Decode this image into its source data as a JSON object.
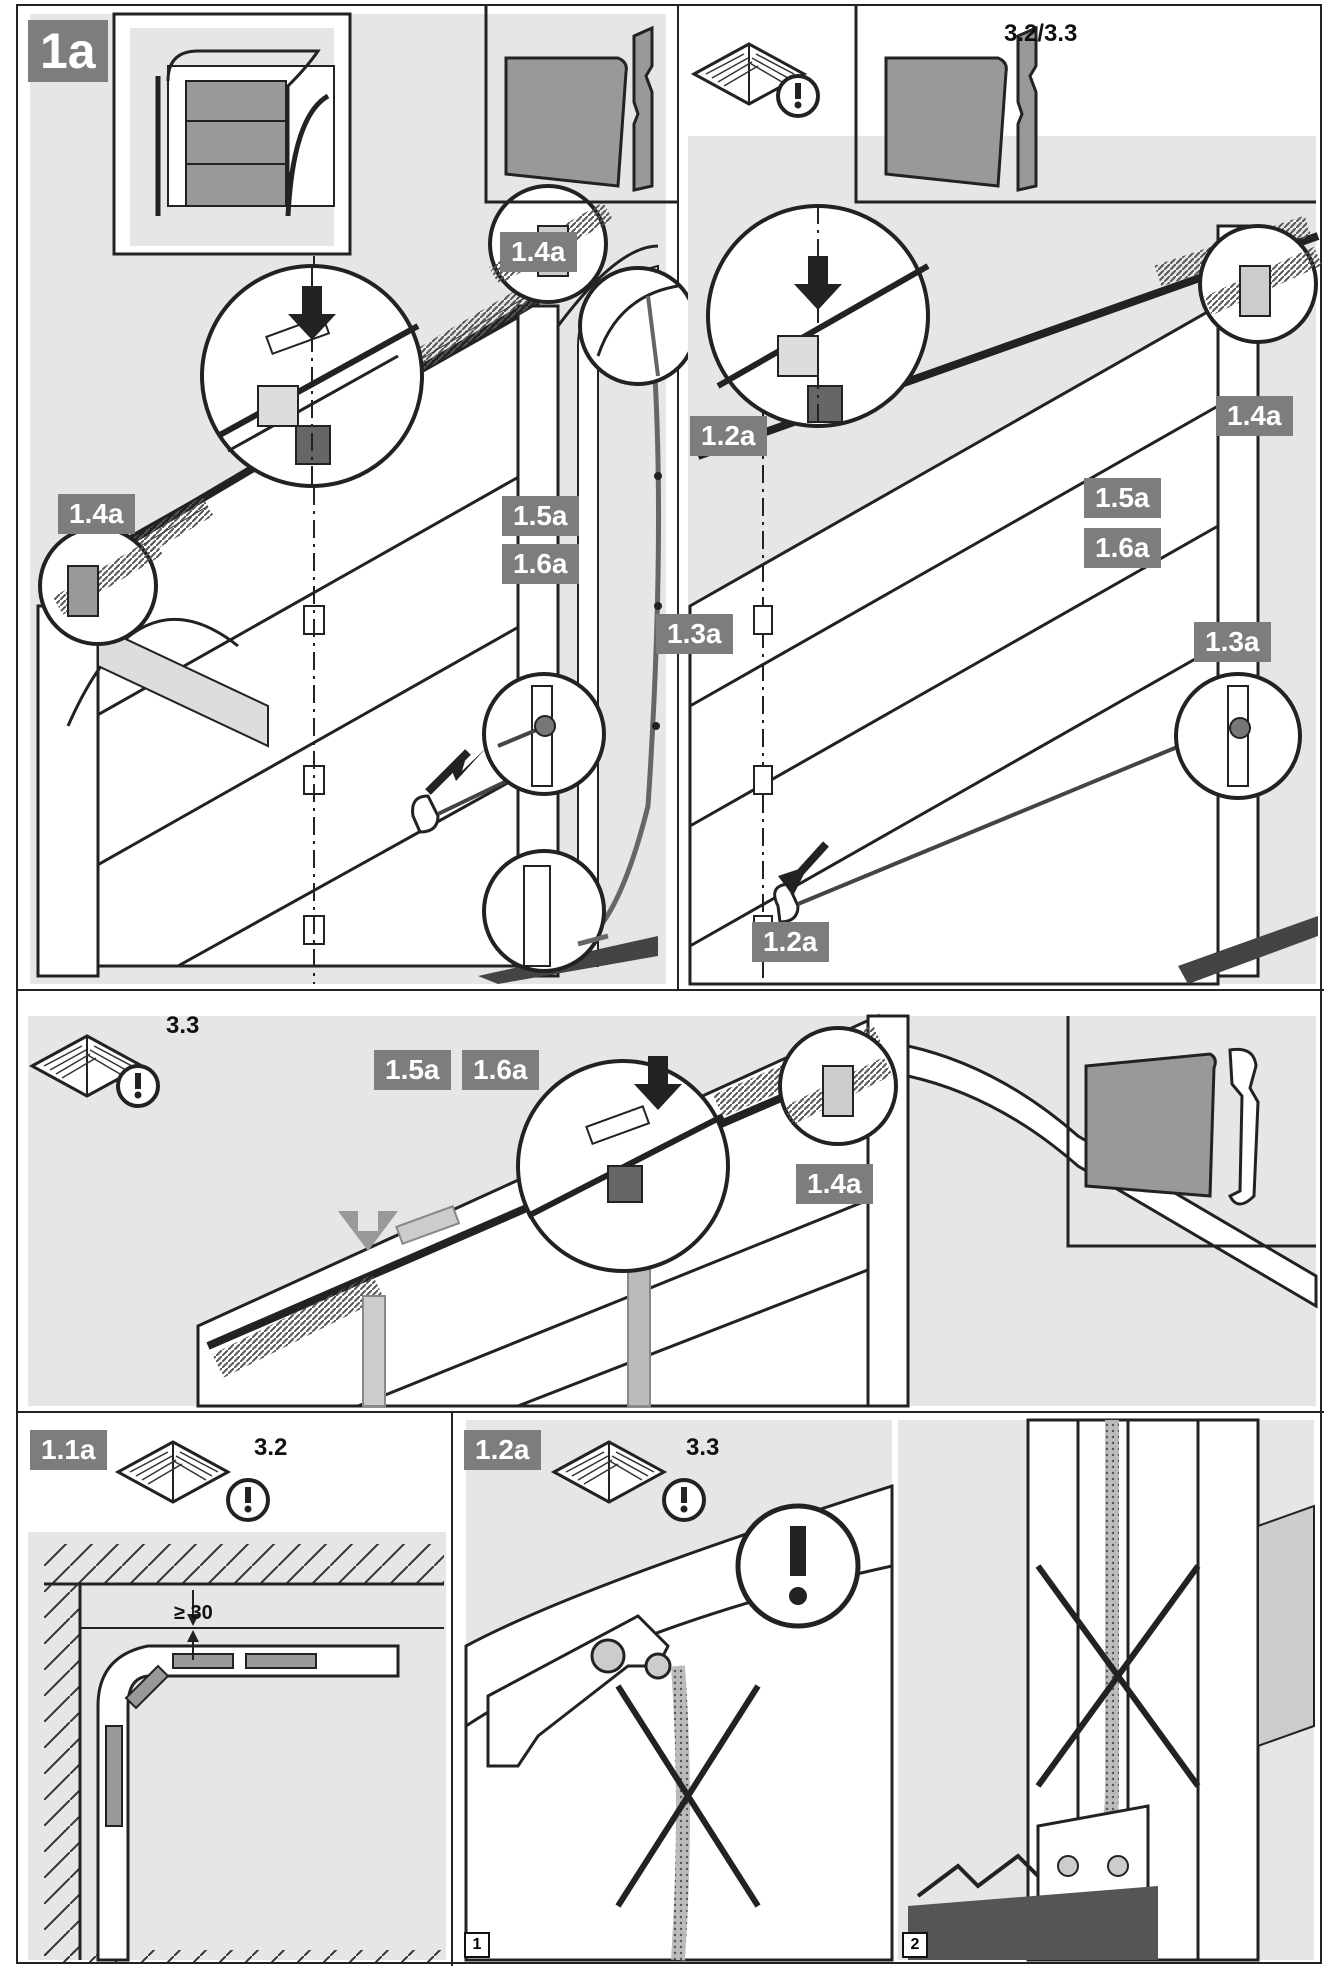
{
  "figure_label": "1a",
  "panel_top_left": {
    "labels": {
      "l14a_top": "1.4a",
      "l14a_left": "1.4a",
      "l12a_mid": "1.2a",
      "l15a": "1.5a",
      "l16a": "1.6a",
      "l13a": "1.3a",
      "l12a_bottom": "1.2a"
    }
  },
  "panel_top_right": {
    "manual_ref": "3.2/3.3",
    "labels": {
      "l14a": "1.4a",
      "l15a": "1.5a",
      "l16a": "1.6a",
      "l13a": "1.3a"
    }
  },
  "panel_middle": {
    "manual_ref": "3.3",
    "labels": {
      "l15a": "1.5a",
      "l16a": "1.6a",
      "l14a": "1.4a"
    }
  },
  "panel_bottom_left": {
    "label": "1.1a",
    "manual_ref": "3.2",
    "dimension": "≥ 30"
  },
  "panel_bottom_right": {
    "label": "1.2a",
    "manual_ref": "3.3",
    "step_1": "1",
    "step_2": "2"
  },
  "colors": {
    "label_bg": "#7d7d7d",
    "panel_bg": "#e8e8e8",
    "line": "#222222"
  }
}
